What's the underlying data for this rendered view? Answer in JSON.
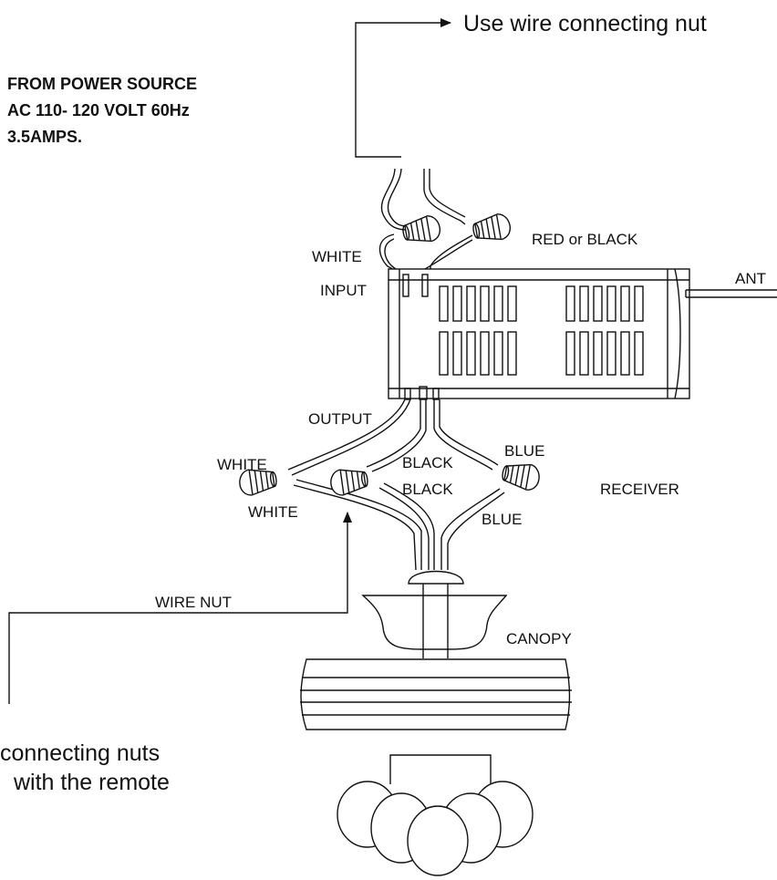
{
  "labels": {
    "power_line1": "FROM POWER SOURCE",
    "power_line2": "AC 110- 120 VOLT 60Hz",
    "power_line3": "3.5AMPS.",
    "top_note": "Use wire connecting nut",
    "white_input_color": "WHITE",
    "input": "INPUT",
    "red_or_black": "RED or BLACK",
    "ant": "ANT",
    "output": "OUTPUT",
    "white_top": "WHITE",
    "white_bottom": "WHITE",
    "black_top": "BLACK",
    "black_bottom": "BLACK",
    "blue_top": "BLUE",
    "blue_bottom": "BLUE",
    "receiver": "RECEIVER",
    "wire_nut": "WIRE NUT",
    "canopy": "CANOPY",
    "bottom_note_line1": "connecting nuts",
    "bottom_note_line2": "with the remote"
  },
  "colors": {
    "line": "#111111",
    "background": "#ffffff"
  }
}
